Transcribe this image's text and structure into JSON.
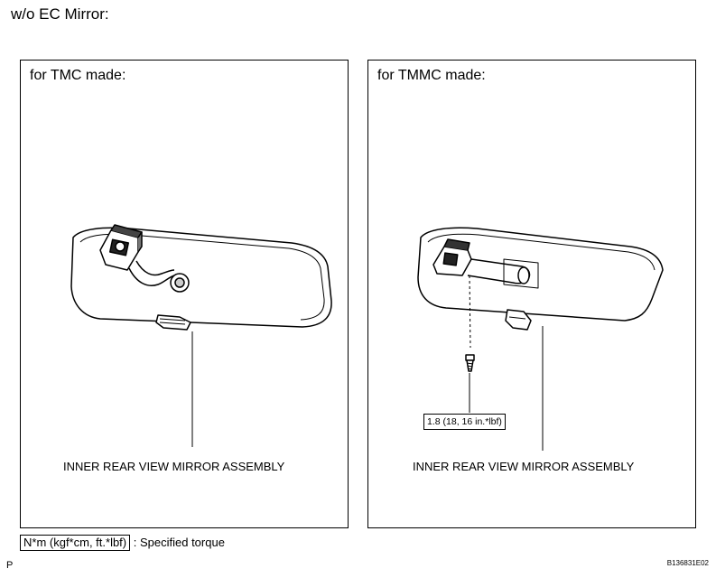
{
  "heading": "w/o EC Mirror:",
  "panels": [
    {
      "title": "for TMC made:",
      "part_label": "INNER REAR VIEW MIRROR ASSEMBLY"
    },
    {
      "title": "for TMMC made:",
      "part_label": "INNER REAR VIEW MIRROR ASSEMBLY",
      "torque": "1.8 (18, 16 in.*lbf)"
    }
  ],
  "legend": {
    "box_text": "N*m (kgf*cm, ft.*lbf)",
    "description": ": Specified torque"
  },
  "footer": {
    "page_letter": "P",
    "figure_code": "B136831E02"
  }
}
